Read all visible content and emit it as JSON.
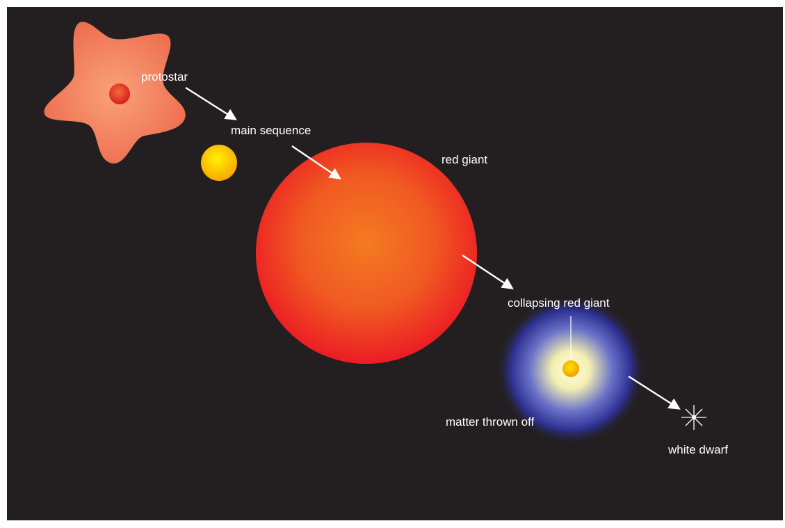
{
  "diagram": {
    "labels": {
      "protostar": "protostar",
      "main_sequence": "main sequence",
      "red_giant": "red giant",
      "collapsing_red_giant": "collapsing red giant",
      "matter_thrown_off": "matter thrown off",
      "white_dwarf": "white dwarf"
    },
    "colors": {
      "background": "#231f20",
      "protostar_cloud": "#f0846a",
      "protostar_core": "#e8321e",
      "main_sequence_star": "#f7b500",
      "red_giant_outer": "#ec2127",
      "red_giant_inner": "#f47a21",
      "collapse_halo": "#2e3192",
      "collapse_glow": "#fff9c4",
      "arrow": "#ffffff"
    }
  }
}
